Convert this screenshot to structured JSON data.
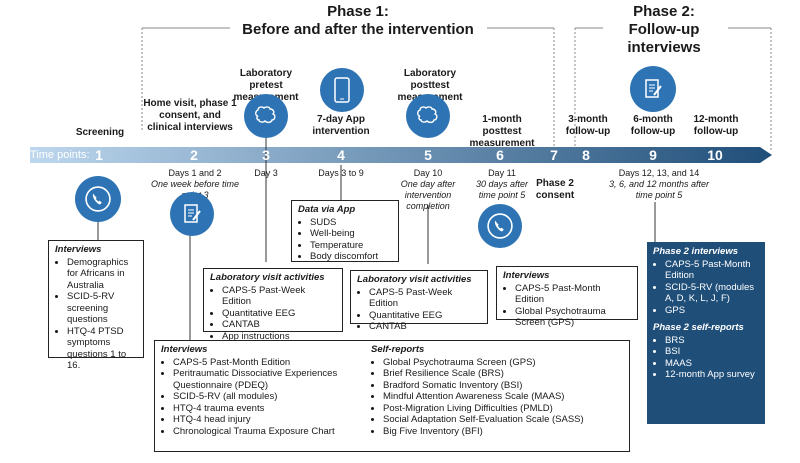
{
  "phase1": {
    "line1": "Phase 1:",
    "line2": "Before and after the intervention"
  },
  "phase2": {
    "line1": "Phase 2:",
    "line2": "Follow-up interviews"
  },
  "timeline": {
    "label": "Time points:",
    "points": [
      "1",
      "2",
      "3",
      "4",
      "5",
      "6",
      "7",
      "8",
      "9",
      "10"
    ]
  },
  "labels": {
    "screening": "Screening",
    "homevisit": "Home visit, phase 1 consent, and clinical interviews",
    "labpre": "Laboratory pretest measurement",
    "app": "7-day App intervention",
    "labpost": "Laboratory posttest measurement",
    "post1m": "1-month posttest measurement",
    "fu3": "3-month follow-up",
    "fu6": "6-month follow-up",
    "fu12": "12-month follow-up",
    "consent2": "Phase 2 consent"
  },
  "days": {
    "d2a": "Days 1 and 2",
    "d2b": "One week before time point 3",
    "d3": "Day 3",
    "d4": "Days 3 to 9",
    "d5a": "Day 10",
    "d5b": "One day after intervention completion",
    "d6a": "Day 11",
    "d6b": "30 days after time point 5",
    "d9a": "Days 12, 13, and 14",
    "d9b": "3, 6, and 12 months after time point  5"
  },
  "boxes": {
    "screen": {
      "title": "Interviews",
      "items": [
        "Demographics for Africans in Australia",
        "SCID-5-RV screening questions",
        "HTQ-4 PTSD symptoms questions 1 to 16."
      ]
    },
    "app": {
      "title": "Data via App",
      "items": [
        "SUDS",
        "Well-being",
        "Temperature",
        "Body discomfort"
      ]
    },
    "lab3": {
      "title": "Laboratory visit activities",
      "items": [
        "CAPS-5 Past-Week Edition",
        "Quantitative EEG",
        "CANTAB",
        "App instructions"
      ]
    },
    "lab5": {
      "title": "Laboratory visit activities",
      "items": [
        "CAPS-5 Past-Week Edition",
        "Quantitative EEG",
        "CANTAB"
      ]
    },
    "int6": {
      "title": "Interviews",
      "items": [
        "CAPS-5 Past-Month Edition",
        "Global Psychotrauma Screen (GPS)"
      ]
    },
    "int2": {
      "title": "Interviews",
      "items": [
        "CAPS-5 Past-Month Edition",
        "Peritraumatic Dissociative Experiences Questionnaire (PDEQ)",
        "SCID-5-RV (all modules)",
        "HTQ-4 trauma events",
        "HTQ-4 head injury",
        "Chronological Trauma Exposure Chart"
      ]
    },
    "self2": {
      "title": "Self-reports",
      "items": [
        "Global Psychotrauma Screen (GPS)",
        "Brief Resilience Scale (BRS)",
        "Bradford Somatic Inventory (BSI)",
        "Mindful Attention Awareness Scale (MAAS)",
        "Post-Migration Living Difficulties (PMLD)",
        "Social Adaptation Self-Evaluation Scale (SASS)",
        "Big Five Inventory (BFI)"
      ]
    },
    "p2int": {
      "title": "Phase 2 interviews",
      "items": [
        "CAPS-5 Past-Month Edition",
        "SCID-5-RV (modules A, D, K, L, J, F)",
        "GPS"
      ]
    },
    "p2self": {
      "title": "Phase 2 self-reports",
      "items": [
        "BRS",
        "BSI",
        "MAAS",
        "12-month App survey"
      ]
    }
  },
  "colors": {
    "arrow_start": "#bdd7ee",
    "arrow_end": "#1f4e79",
    "icon": "#2e74b5",
    "dark_box": "#1f4e79"
  }
}
